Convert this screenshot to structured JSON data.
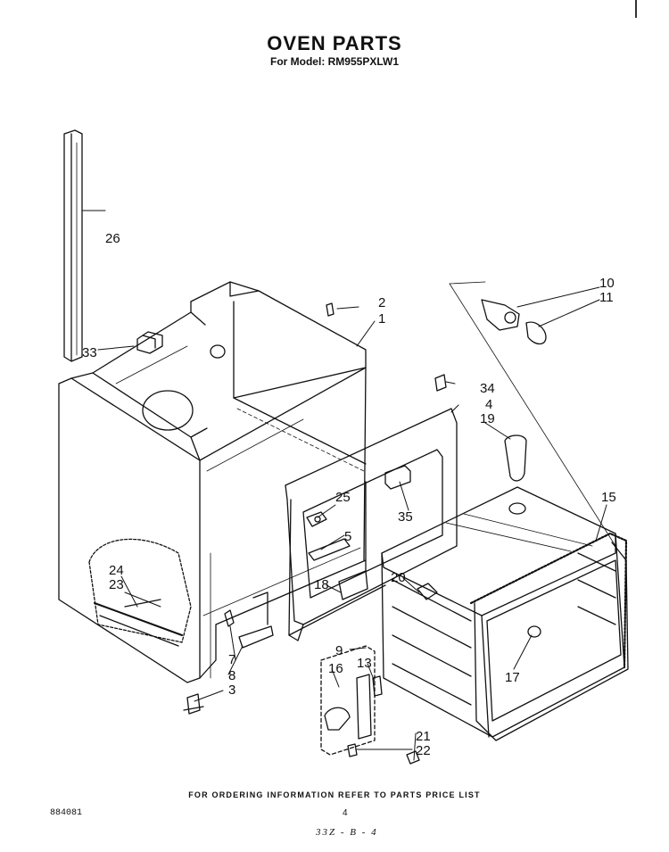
{
  "header": {
    "title": "OVEN PARTS",
    "subtitle": "For Model: RM955PXLW1"
  },
  "callouts": {
    "c1": "1",
    "c2": "2",
    "c3": "3",
    "c4": "4",
    "c5": "5",
    "c7": "7",
    "c8": "8",
    "c9": "9",
    "c10": "10",
    "c11": "11",
    "c13": "13",
    "c15": "15",
    "c16": "16",
    "c17": "17",
    "c18": "18",
    "c19": "19",
    "c20": "20",
    "c21": "21",
    "c22": "22",
    "c23": "23",
    "c24": "24",
    "c25": "25",
    "c26": "26",
    "c33": "33",
    "c34": "34",
    "c35": "35"
  },
  "footer": {
    "ordering_info": "FOR ORDERING INFORMATION REFER TO PARTS PRICE LIST",
    "doc_number": "884081",
    "page_number": "4",
    "handwritten_note": "33Z - B - 4"
  }
}
